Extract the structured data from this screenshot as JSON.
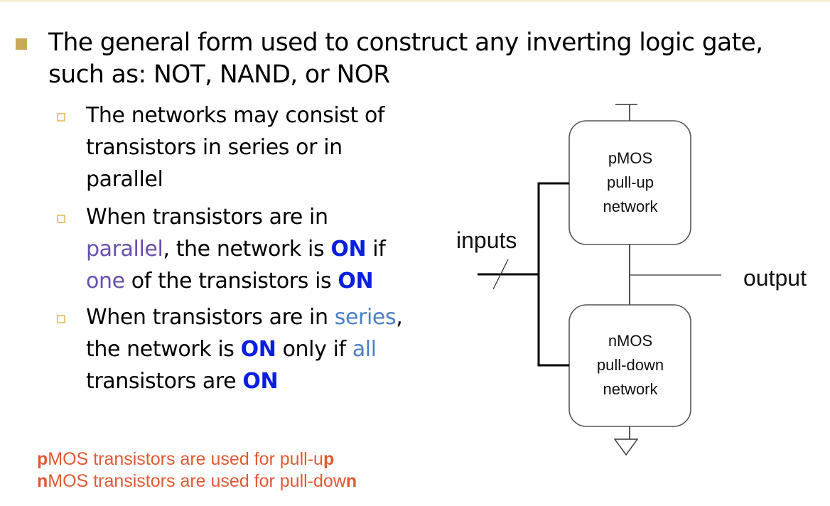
{
  "slide": {
    "main_bullet": {
      "line1": "The general form used to construct any inverting logic gate,",
      "line2": "such as: NOT, NAND, or NOR"
    },
    "sub_bullets": [
      {
        "lines": [
          [
            {
              "text": "The networks may consist of",
              "style": "normal"
            }
          ],
          [
            {
              "text": "transistors in series or in",
              "style": "normal"
            }
          ],
          [
            {
              "text": "parallel",
              "style": "normal"
            }
          ]
        ]
      },
      {
        "lines": [
          [
            {
              "text": "When transistors are in",
              "style": "normal"
            }
          ],
          [
            {
              "text": "parallel",
              "style": "purple"
            },
            {
              "text": ", the network is ",
              "style": "normal"
            },
            {
              "text": "ON",
              "style": "on"
            },
            {
              "text": " if",
              "style": "normal"
            }
          ],
          [
            {
              "text": "one",
              "style": "purple"
            },
            {
              "text": " of the transistors is ",
              "style": "normal"
            },
            {
              "text": "ON",
              "style": "on"
            }
          ]
        ]
      },
      {
        "lines": [
          [
            {
              "text": "When transistors are in ",
              "style": "normal"
            },
            {
              "text": "series",
              "style": "blue"
            },
            {
              "text": ",",
              "style": "normal"
            }
          ],
          [
            {
              "text": "the network is ",
              "style": "normal"
            },
            {
              "text": "ON",
              "style": "on"
            },
            {
              "text": " only if ",
              "style": "normal"
            },
            {
              "text": "all",
              "style": "blue"
            }
          ],
          [
            {
              "text": "transistors are ",
              "style": "normal"
            },
            {
              "text": "ON",
              "style": "on"
            }
          ]
        ]
      }
    ],
    "notes": [
      {
        "lead": "p",
        "middle": "MOS transistors are used for pull-u",
        "tail": "p"
      },
      {
        "lead": "n",
        "middle": "MOS transistors are used for pull-dow",
        "tail": "n"
      }
    ]
  },
  "diagram": {
    "pull_up_box": [
      "pMOS",
      "pull-up",
      "network"
    ],
    "pull_down_box": [
      "nMOS",
      "pull-down",
      "network"
    ],
    "inputs_label": "inputs",
    "output_label": "output",
    "power_symbol": "vdd-icon",
    "ground_symbol": "ground-icon"
  },
  "colors": {
    "bullet_main": "#c8a95a",
    "bullet_sub": "#e8c877",
    "emphasis_purple": "#6a50ad",
    "emphasis_blue": "#4a80c8",
    "on_blue": "#0a1fe0",
    "note_orange": "#e05a34"
  }
}
